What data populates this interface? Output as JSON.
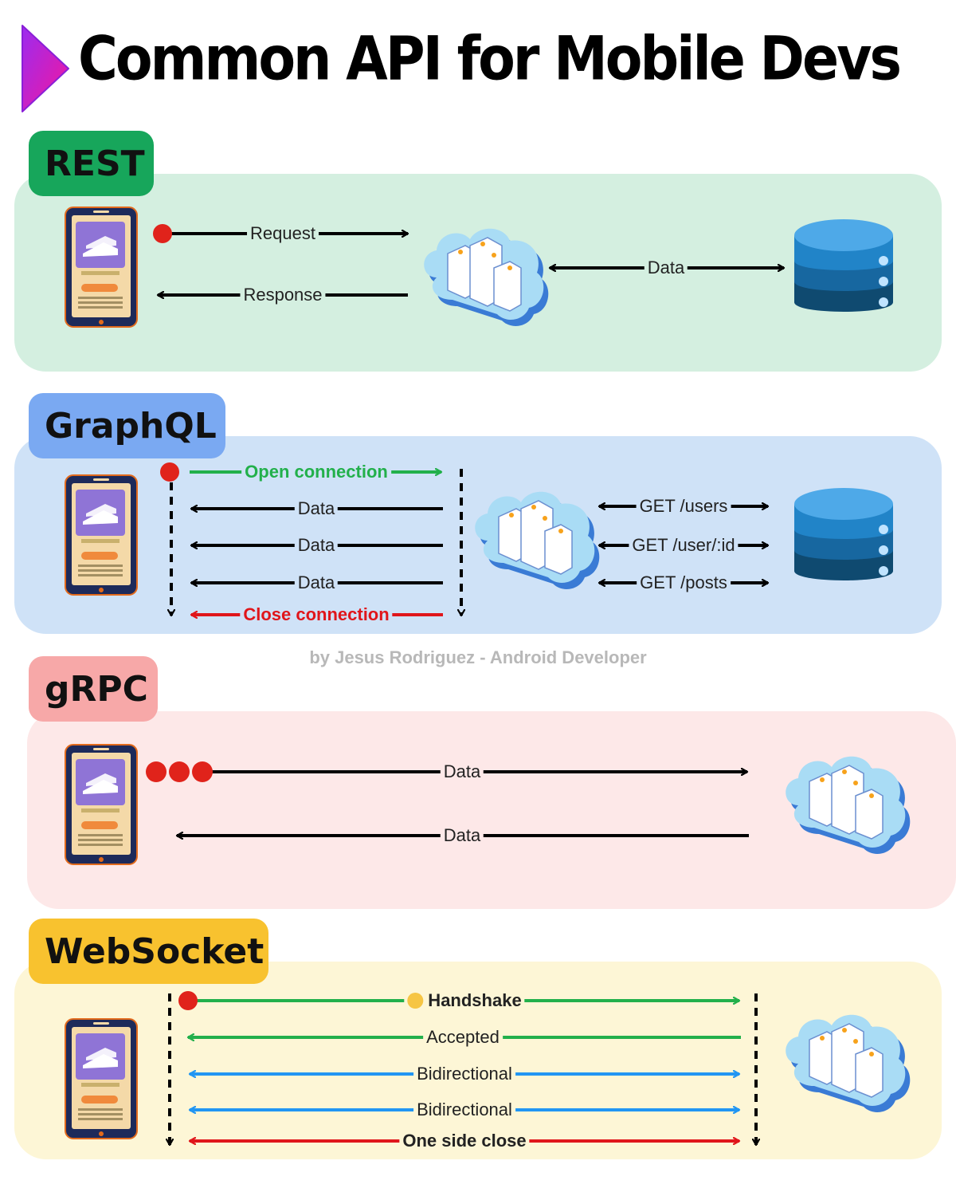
{
  "title": "Common API for Mobile Devs",
  "credit": "by Jesus Rodriguez - Android Developer",
  "colors": {
    "rest_panel": "#d4efe0",
    "rest_badge": "#17a65b",
    "graphql_panel": "#cfe2f7",
    "graphql_badge": "#7aa9f2",
    "grpc_panel": "#fde8e8",
    "grpc_badge": "#f7a8a8",
    "ws_panel": "#fdf6d6",
    "ws_badge": "#f8c22f",
    "green": "#22b04b",
    "red": "#e0161b",
    "blue": "#2196f3"
  },
  "rest": {
    "label": "REST",
    "request": "Request",
    "response": "Response",
    "data": "Data"
  },
  "graphql": {
    "label": "GraphQL",
    "open": "Open connection",
    "data1": "Data",
    "data2": "Data",
    "data3": "Data",
    "close": "Close connection",
    "get_users": "GET /users",
    "get_user_id": "GET /user/:id",
    "get_posts": "GET /posts"
  },
  "grpc": {
    "label": "gRPC",
    "data_out": "Data",
    "data_in": "Data"
  },
  "websocket": {
    "label": "WebSocket",
    "handshake": "Handshake",
    "accepted": "Accepted",
    "bidirectional1": "Bidirectional",
    "bidirectional2": "Bidirectional",
    "close": "One side close"
  },
  "icons": [
    "play-logo-icon",
    "phone-icon",
    "cloud-server-icon",
    "database-icon",
    "wave-hand-icon"
  ]
}
